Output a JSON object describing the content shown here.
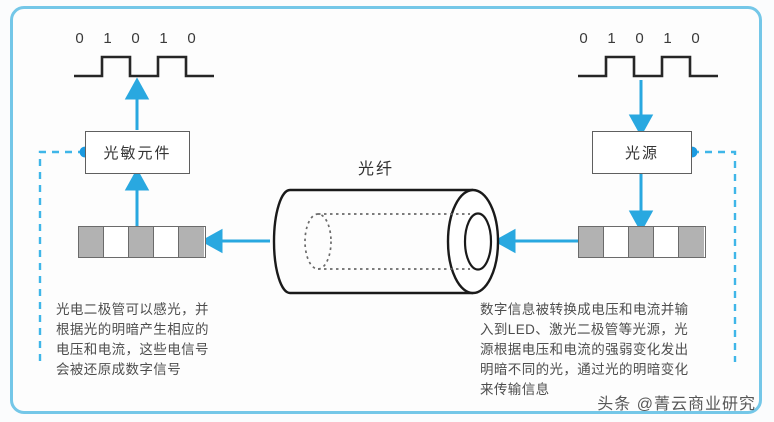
{
  "diagram": {
    "title_center": "光纤",
    "left": {
      "bits": [
        "0",
        "1",
        "0",
        "1",
        "0"
      ],
      "box_label": "光敏元件",
      "pulse_cells": [
        "on",
        "off",
        "on",
        "off",
        "on"
      ],
      "caption": "光电二极管可以感光，并\n根据光的明暗产生相应的\n电压和电流，这些电信号\n会被还原成数字信号"
    },
    "right": {
      "bits": [
        "0",
        "1",
        "0",
        "1",
        "0"
      ],
      "box_label": "光源",
      "pulse_cells": [
        "on",
        "off",
        "on",
        "off",
        "on"
      ],
      "caption": "数字信息被转换成电压和电流并输\n入到LED、激光二极管等光源，光\n源根据电压和电流的强弱变化发出\n明暗不同的光，通过光的明暗变化\n来传输信息"
    },
    "watermark": "头条 @菁云商业研究",
    "colors": {
      "accent_blue": "#29a8e0",
      "frame_blue": "#74c7e8",
      "dot_blue": "#1b9ae0",
      "cell_gray": "#b2b2b2",
      "outline": "#5f5f5f",
      "text": "#4d4d4d"
    }
  }
}
